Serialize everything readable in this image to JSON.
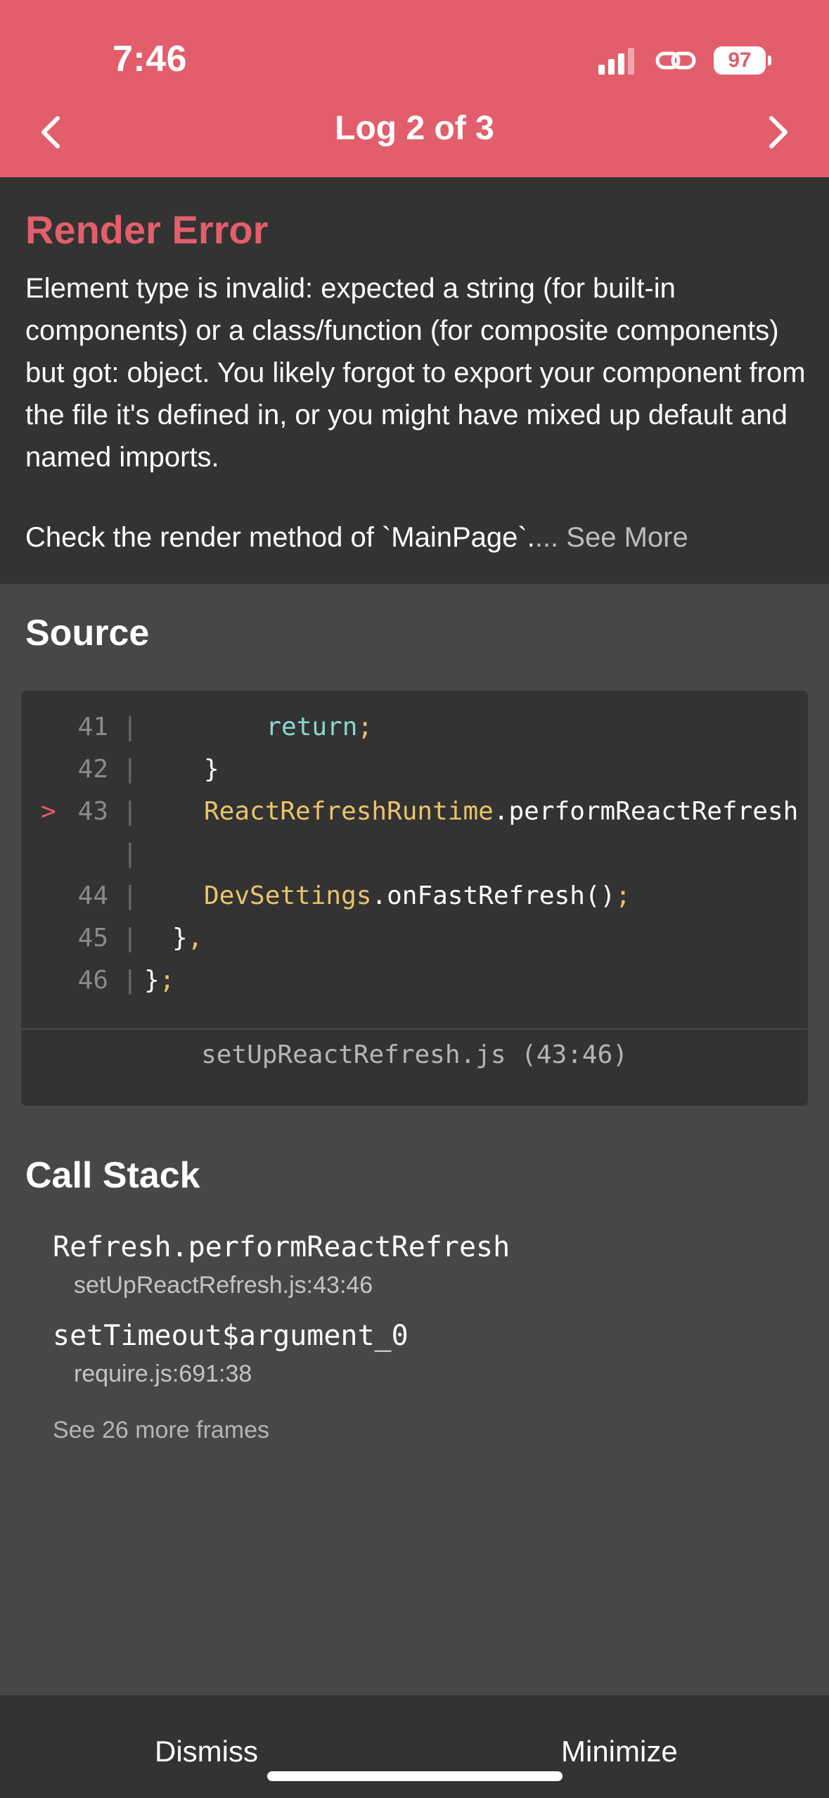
{
  "status_bar": {
    "time": "7:46",
    "battery": "97",
    "colors": {
      "header": "#e35e6c"
    }
  },
  "nav": {
    "title": "Log 2 of 3",
    "prev_icon": "chevron-left-icon",
    "next_icon": "chevron-right-icon"
  },
  "error": {
    "title": "Render Error",
    "message": "Element type is invalid: expected a string (for built-in components) or a class/function (for composite components) but got: object. You likely forgot to export your component from the file it's defined in, or you might have mixed up default and named imports.",
    "check": "Check the render method of `MainPage`.",
    "see_more": "... See More"
  },
  "source": {
    "title": "Source",
    "lines": [
      {
        "num": "41",
        "marker": "",
        "parts": [
          [
            "cyan",
            "  return"
          ],
          [
            "yellow",
            ";"
          ]
        ]
      },
      {
        "num": "42",
        "marker": "",
        "parts": [
          [
            "white",
            "}"
          ]
        ]
      },
      {
        "num": "43",
        "marker": ">",
        "parts": [
          [
            "yellow",
            "ReactRefreshRuntime"
          ],
          [
            "white",
            "."
          ],
          [
            "white",
            "performReactRefresh"
          ]
        ]
      },
      {
        "num": "",
        "marker": "",
        "parts": []
      },
      {
        "num": "44",
        "marker": "",
        "parts": [
          [
            "yellow",
            "DevSettings"
          ],
          [
            "white",
            "."
          ],
          [
            "white",
            "onFastRefresh()"
          ],
          [
            "yellow",
            ";"
          ]
        ]
      },
      {
        "num": "45",
        "marker": "",
        "parts": [
          [
            "white",
            "}"
          ],
          [
            "yellow",
            ","
          ]
        ]
      },
      {
        "num": "46",
        "marker": "",
        "parts": [
          [
            "white",
            "}"
          ],
          [
            "yellow",
            ";"
          ]
        ]
      }
    ],
    "file": "setUpReactRefresh.js (43:46)"
  },
  "call_stack": {
    "title": "Call Stack",
    "frames": [
      {
        "fn": "Refresh.performReactRefresh",
        "file": "setUpReactRefresh.js:43:46"
      },
      {
        "fn": "setTimeout$argument_0",
        "file": "require.js:691:38"
      }
    ],
    "more": "See 26 more frames"
  },
  "footer": {
    "dismiss": "Dismiss",
    "minimize": "Minimize"
  }
}
